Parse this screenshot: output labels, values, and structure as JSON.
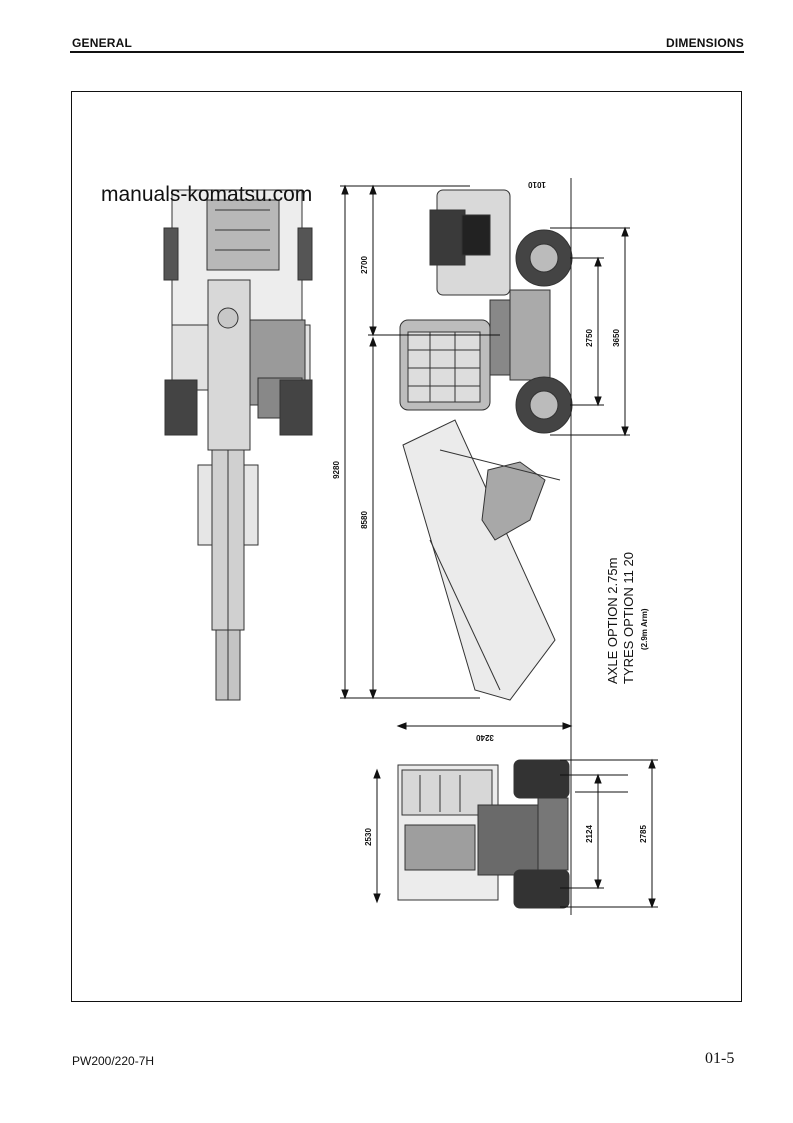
{
  "header": {
    "section": "GENERAL",
    "title": "DIMENSIONS"
  },
  "watermark": "manuals-komatsu.com",
  "drawing": {
    "dimensions": {
      "cab_height": "2700",
      "total_length": "9280",
      "boom_length": "8580",
      "wheelbase": "2750",
      "outer_length": "3650",
      "tail_swing": "3240",
      "width": "2530",
      "track": "2124",
      "overall_width": "2785",
      "top_mark": "1010"
    },
    "options": {
      "axle": "AXLE OPTION 2.75m",
      "tyres": "TYRES OPTION 11 20",
      "arm": "(2.9m Arm)"
    }
  },
  "footer": {
    "model": "PW200/220-7H",
    "page": "01-5"
  }
}
